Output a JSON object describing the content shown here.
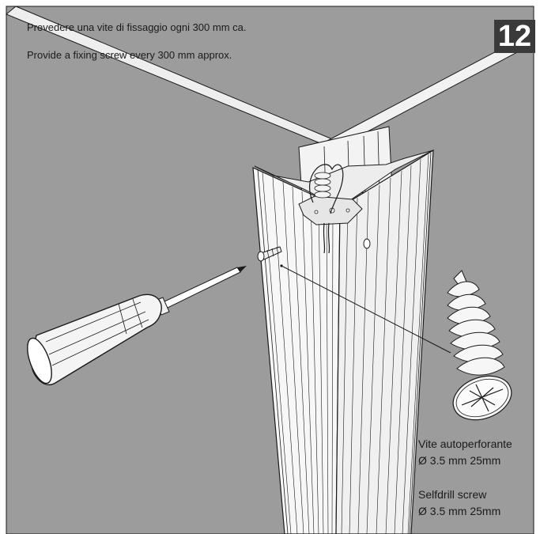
{
  "instruction": {
    "it": "Prevedere una vite di fissaggio ogni 300 mm ca.",
    "en": "Provide a fixing screw every 300 mm approx."
  },
  "step_number": "12",
  "screw_spec": {
    "it_name": "Vite autoperforante",
    "it_size": "Ø 3.5 mm 25mm",
    "en_name": "Selfdrill screw",
    "en_size": "Ø 3.5 mm 25mm"
  },
  "colors": {
    "wall": "#9c9c9c",
    "profile": "#f6f6f6",
    "outline": "#1a1a1a",
    "badge": "#3a3a3a"
  }
}
